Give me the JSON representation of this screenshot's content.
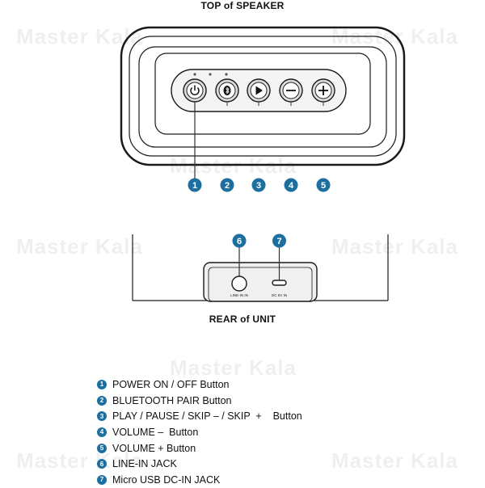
{
  "titles": {
    "top": "TOP of SPEAKER",
    "rear": "REAR of UNIT"
  },
  "watermark": "Master Kala",
  "buttons": [
    {
      "number": "1",
      "icon": "power-icon"
    },
    {
      "number": "2",
      "icon": "bluetooth-icon"
    },
    {
      "number": "3",
      "icon": "play-icon"
    },
    {
      "number": "4",
      "icon": "minus-icon"
    },
    {
      "number": "5",
      "icon": "plus-icon"
    }
  ],
  "rear_ports": [
    {
      "number": "6",
      "label": "LINE-IN IN",
      "icon": "line-in-jack-icon"
    },
    {
      "number": "7",
      "label": "DC 5V IN",
      "icon": "micro-usb-port-icon"
    }
  ],
  "legend": [
    {
      "number": "1",
      "text": "POWER ON / OFF  Button"
    },
    {
      "number": "2",
      "text": "BLUETOOTH PAIR  Button"
    },
    {
      "number": "3",
      "text": "PLAY / PAUSE / SKIP – / SKIP  +    Button"
    },
    {
      "number": "4",
      "text": "VOLUME –  Button"
    },
    {
      "number": "5",
      "text": "VOLUME + Button"
    },
    {
      "number": "6",
      "text": "LINE-IN JACK"
    },
    {
      "number": "7",
      "text": "Micro USB DC-IN JACK"
    }
  ],
  "colors": {
    "badge": "#1d6fa0",
    "outline": "#1a1a1a",
    "button_fill": "#dcdcdc"
  }
}
